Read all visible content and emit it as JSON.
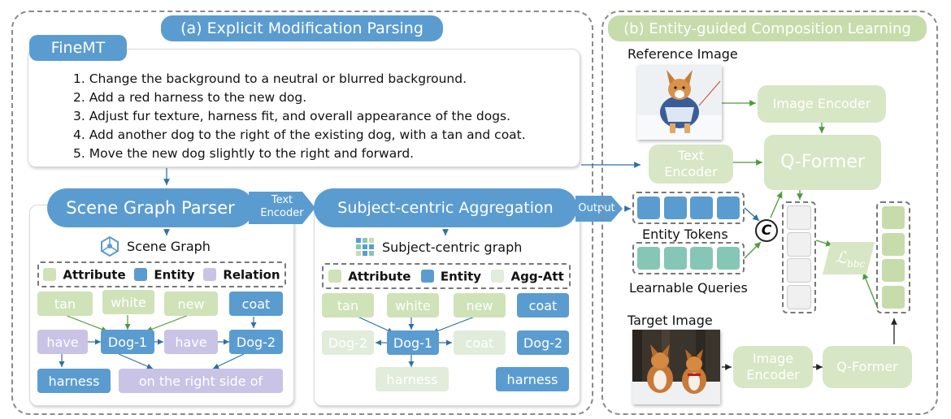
{
  "panel_a": {
    "title": "(a) Explicit Modification Parsing",
    "finemt_label": "FineMT",
    "instructions": [
      "1. Change the background to a neutral or blurred background.",
      "2. Add a red harness to the new dog.",
      "3. Adjust fur texture, harness fit, and overall appearance of the dogs.",
      "4. Add another dog to the right of the existing dog, with a tan and coat.",
      "5. Move the new dog slightly to the right and forward."
    ],
    "scene_graph_parser": "Scene Graph Parser",
    "text_encoder_line1": "Text",
    "text_encoder_line2": "Encoder",
    "subject_aggregation": "Subject-centric Aggregation",
    "output_label": "Output",
    "scene_graph_label": "Scene Graph",
    "subject_graph_label": "Subject-centric graph",
    "legend_left": {
      "attribute": "Attribute",
      "entity": "Entity",
      "relation": "Relation"
    },
    "legend_right": {
      "attribute": "Attribute",
      "entity": "Entity",
      "aggatt": "Agg-Att"
    },
    "left_nodes": {
      "tan": "tan",
      "white": "white",
      "new": "new",
      "coat": "coat",
      "have1": "have",
      "dog1": "Dog-1",
      "have2": "have",
      "dog2": "Dog-2",
      "harness": "harness",
      "right_side": "on the right side of"
    },
    "right_nodes": {
      "tan": "tan",
      "white": "white",
      "new": "new",
      "coat": "coat",
      "dog2_fade": "Dog-2",
      "dog1": "Dog-1",
      "coat_fade": "coat",
      "dog2": "Dog-2",
      "harness_fade": "harness",
      "harness": "harness"
    }
  },
  "panel_b": {
    "title": "(b) Entity-guided Composition Learning",
    "reference_image_label": "Reference Image",
    "image_encoder_top": "Image Encoder",
    "text_encoder_line1": "Text",
    "text_encoder_line2": "Encoder",
    "qformer_top": "Q-Former",
    "entity_tokens_label": "Entity Tokens",
    "learnable_queries_label": "Learnable Queries",
    "concat_symbol": "C",
    "loss_label": "ℒ",
    "loss_sub": "bbc",
    "target_image_label": "Target Image",
    "image_encoder_bottom_line1": "Image",
    "image_encoder_bottom_line2": "Encoder",
    "qformer_bottom": "Q-Former"
  },
  "colors": {
    "blue": "#5b9cd0",
    "green": "#c6dcab",
    "purple": "#c9c3e6",
    "teal": "#86c6b6"
  }
}
